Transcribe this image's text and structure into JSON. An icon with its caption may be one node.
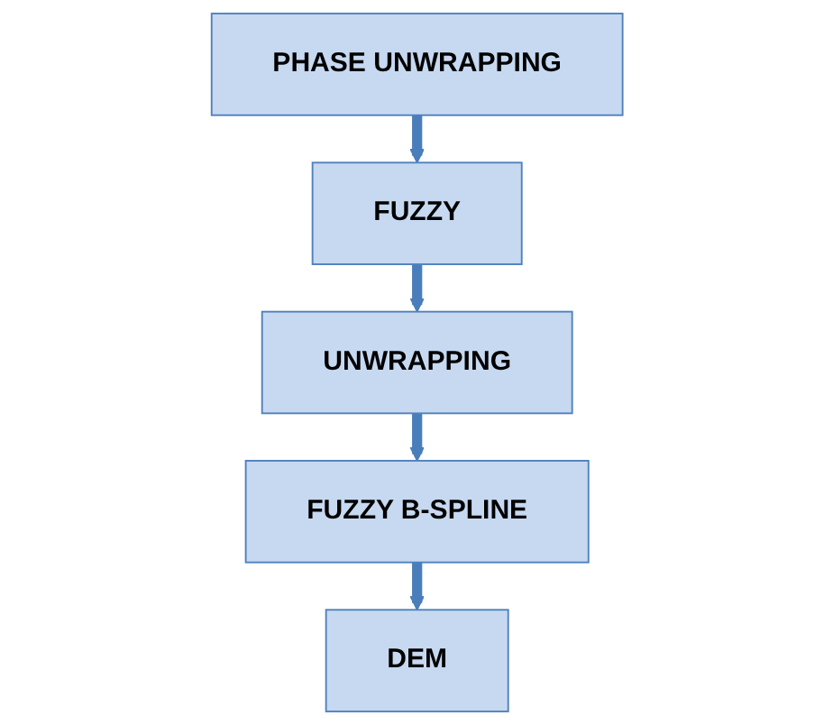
{
  "diagram": {
    "nodes": [
      {
        "text": [
          "PHASE UNWRAPPING"
        ]
      },
      {
        "text": [
          "FUZZY"
        ]
      },
      {
        "text": [
          "UNWRAPPING"
        ]
      },
      {
        "text": [
          "FUZZY B-SPLINE"
        ]
      },
      {
        "text": [
          "DEM"
        ]
      }
    ],
    "edges": [
      {
        "from": 0,
        "to": 1,
        "arrow": "to"
      },
      {
        "from": 1,
        "to": 2,
        "arrow": "to"
      },
      {
        "from": 2,
        "to": 3,
        "arrow": "to"
      },
      {
        "from": 3,
        "to": 4,
        "arrow": "to"
      }
    ]
  }
}
